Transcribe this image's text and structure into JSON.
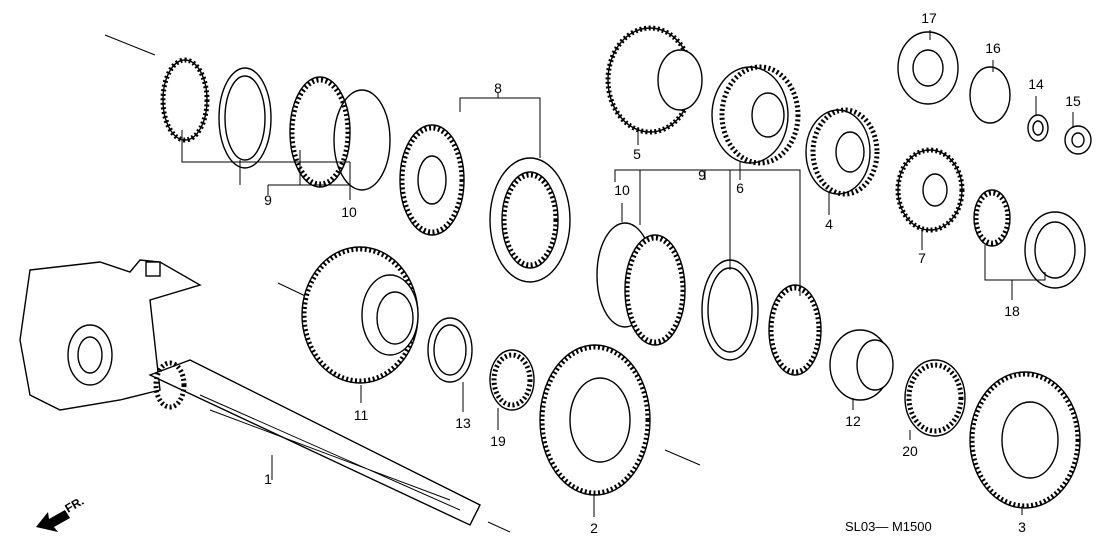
{
  "callouts": {
    "c1": "1",
    "c2": "2",
    "c3": "3",
    "c4": "4",
    "c5": "5",
    "c6": "6",
    "c7": "7",
    "c8": "8",
    "c9a": "9",
    "c9b": "9",
    "c10a": "10",
    "c10b": "10",
    "c11": "11",
    "c12": "12",
    "c13": "13",
    "c14": "14",
    "c15": "15",
    "c16": "16",
    "c17": "17",
    "c18": "18",
    "c19": "19",
    "c20": "20"
  },
  "diagram_code": "SL03— M1500",
  "front_indicator": "FR."
}
